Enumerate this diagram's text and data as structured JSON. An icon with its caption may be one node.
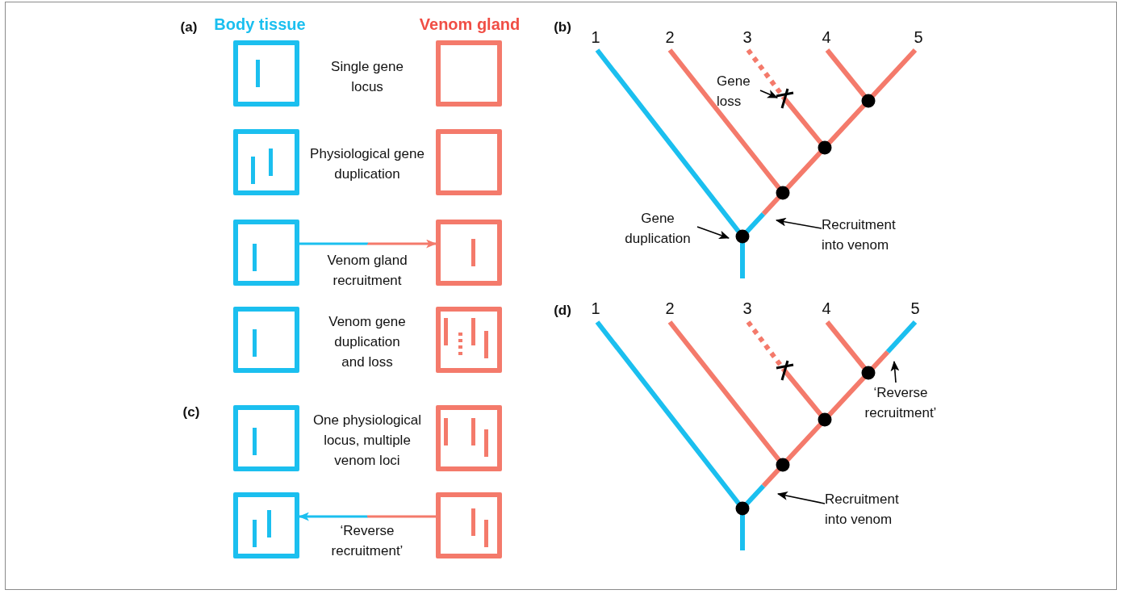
{
  "diagram": {
    "nodes": [
      {
        "text": [],
        "shape": "box"
      },
      {
        "text": [],
        "shape": "box"
      },
      {
        "text": [],
        "shape": "box"
      },
      {
        "text": [],
        "shape": "box"
      },
      {
        "text": [],
        "shape": "box"
      },
      {
        "text": [],
        "shape": "box"
      },
      {
        "text": [],
        "shape": "box"
      },
      {
        "text": [],
        "shape": "box"
      },
      {
        "text": [],
        "shape": "box"
      },
      {
        "text": [],
        "shape": "box"
      },
      {
        "text": [],
        "shape": "box"
      },
      {
        "text": [],
        "shape": "box"
      },
      {
        "text": [
          "Gene loss"
        ]
      },
      {
        "text": [
          "Gene duplication"
        ]
      },
      {
        "text": [
          "Recruitment into venom"
        ]
      },
      {
        "text": [
          "Recruitment into venom"
        ]
      },
      {
        "text": [
          "‘Reverse recruitment’"
        ]
      }
    ],
    "edges": [
      {
        "from": 4,
        "to": 5,
        "arrow": "to",
        "label": "Venom gland recruitment"
      },
      {
        "from": 11,
        "to": 10,
        "arrow": "to",
        "label": "‘Reverse recruitment’"
      },
      {
        "from": 12,
        "to": null,
        "arrow": "to"
      },
      {
        "from": 13,
        "to": null,
        "arrow": "to"
      },
      {
        "from": 14,
        "to": null,
        "arrow": "to"
      },
      {
        "from": 15,
        "to": null,
        "arrow": "to"
      },
      {
        "from": 16,
        "to": null,
        "arrow": "to"
      }
    ],
    "labels": [
      "(a)",
      "Body tissue",
      "Venom gland",
      "(b)",
      "1",
      "2",
      "3",
      "4",
      "5",
      "Single gene locus",
      "Physiological gene duplication",
      "Venom gene duplication and loss",
      "(d)",
      "1",
      "2",
      "3",
      "4",
      "5",
      "(c)",
      "One physiological locus, multiple venom loci"
    ]
  }
}
